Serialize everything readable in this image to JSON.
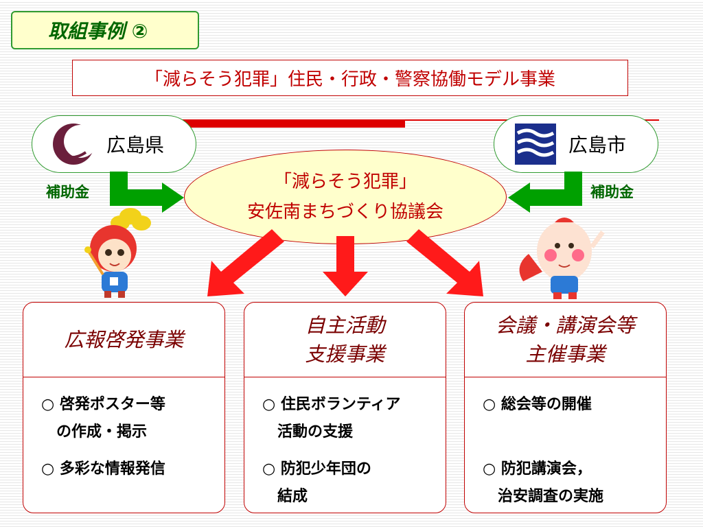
{
  "slide_tag": "取組事例 ②",
  "subtitle": "「減らそう犯罪」住民・行政・警察協働モデル事業",
  "prefecture": {
    "name": "広島県"
  },
  "city": {
    "name": "広島市"
  },
  "center": {
    "line1": "「減らそう犯罪」",
    "line2": "安佐南まちづくり協議会"
  },
  "subsidy_left": "補助金",
  "subsidy_right": "補助金",
  "colors": {
    "accent_red": "#dd0000",
    "green": "#00a000",
    "text_red": "#c00000"
  },
  "panels": [
    {
      "title_lines": [
        "広報啓発事業"
      ],
      "items": [
        {
          "lines": [
            "○ 啓発ポスター等",
            "の作成・掲示"
          ]
        },
        {
          "lines": [
            "○ 多彩な情報発信"
          ]
        }
      ]
    },
    {
      "title_lines": [
        "自主活動",
        "支援事業"
      ],
      "items": [
        {
          "lines": [
            "○ 住民ボランティア",
            "活動の支援"
          ]
        },
        {
          "lines": [
            "○ 防犯少年団の",
            "結成"
          ]
        }
      ]
    },
    {
      "title_lines": [
        "会議・講演会等",
        "主催事業"
      ],
      "items": [
        {
          "lines": [
            "○ 総会等の開催"
          ]
        },
        {
          "lines": [
            "○ 防犯講演会，",
            "治安調査の実施"
          ]
        }
      ]
    }
  ],
  "icons": {
    "prefecture_emblem": "hiroshima-prefecture-emblem-icon",
    "city_emblem": "hiroshima-city-emblem-icon",
    "left_mascot": "flower-girl-mascot-icon",
    "right_mascot": "peach-hero-mascot-icon"
  }
}
